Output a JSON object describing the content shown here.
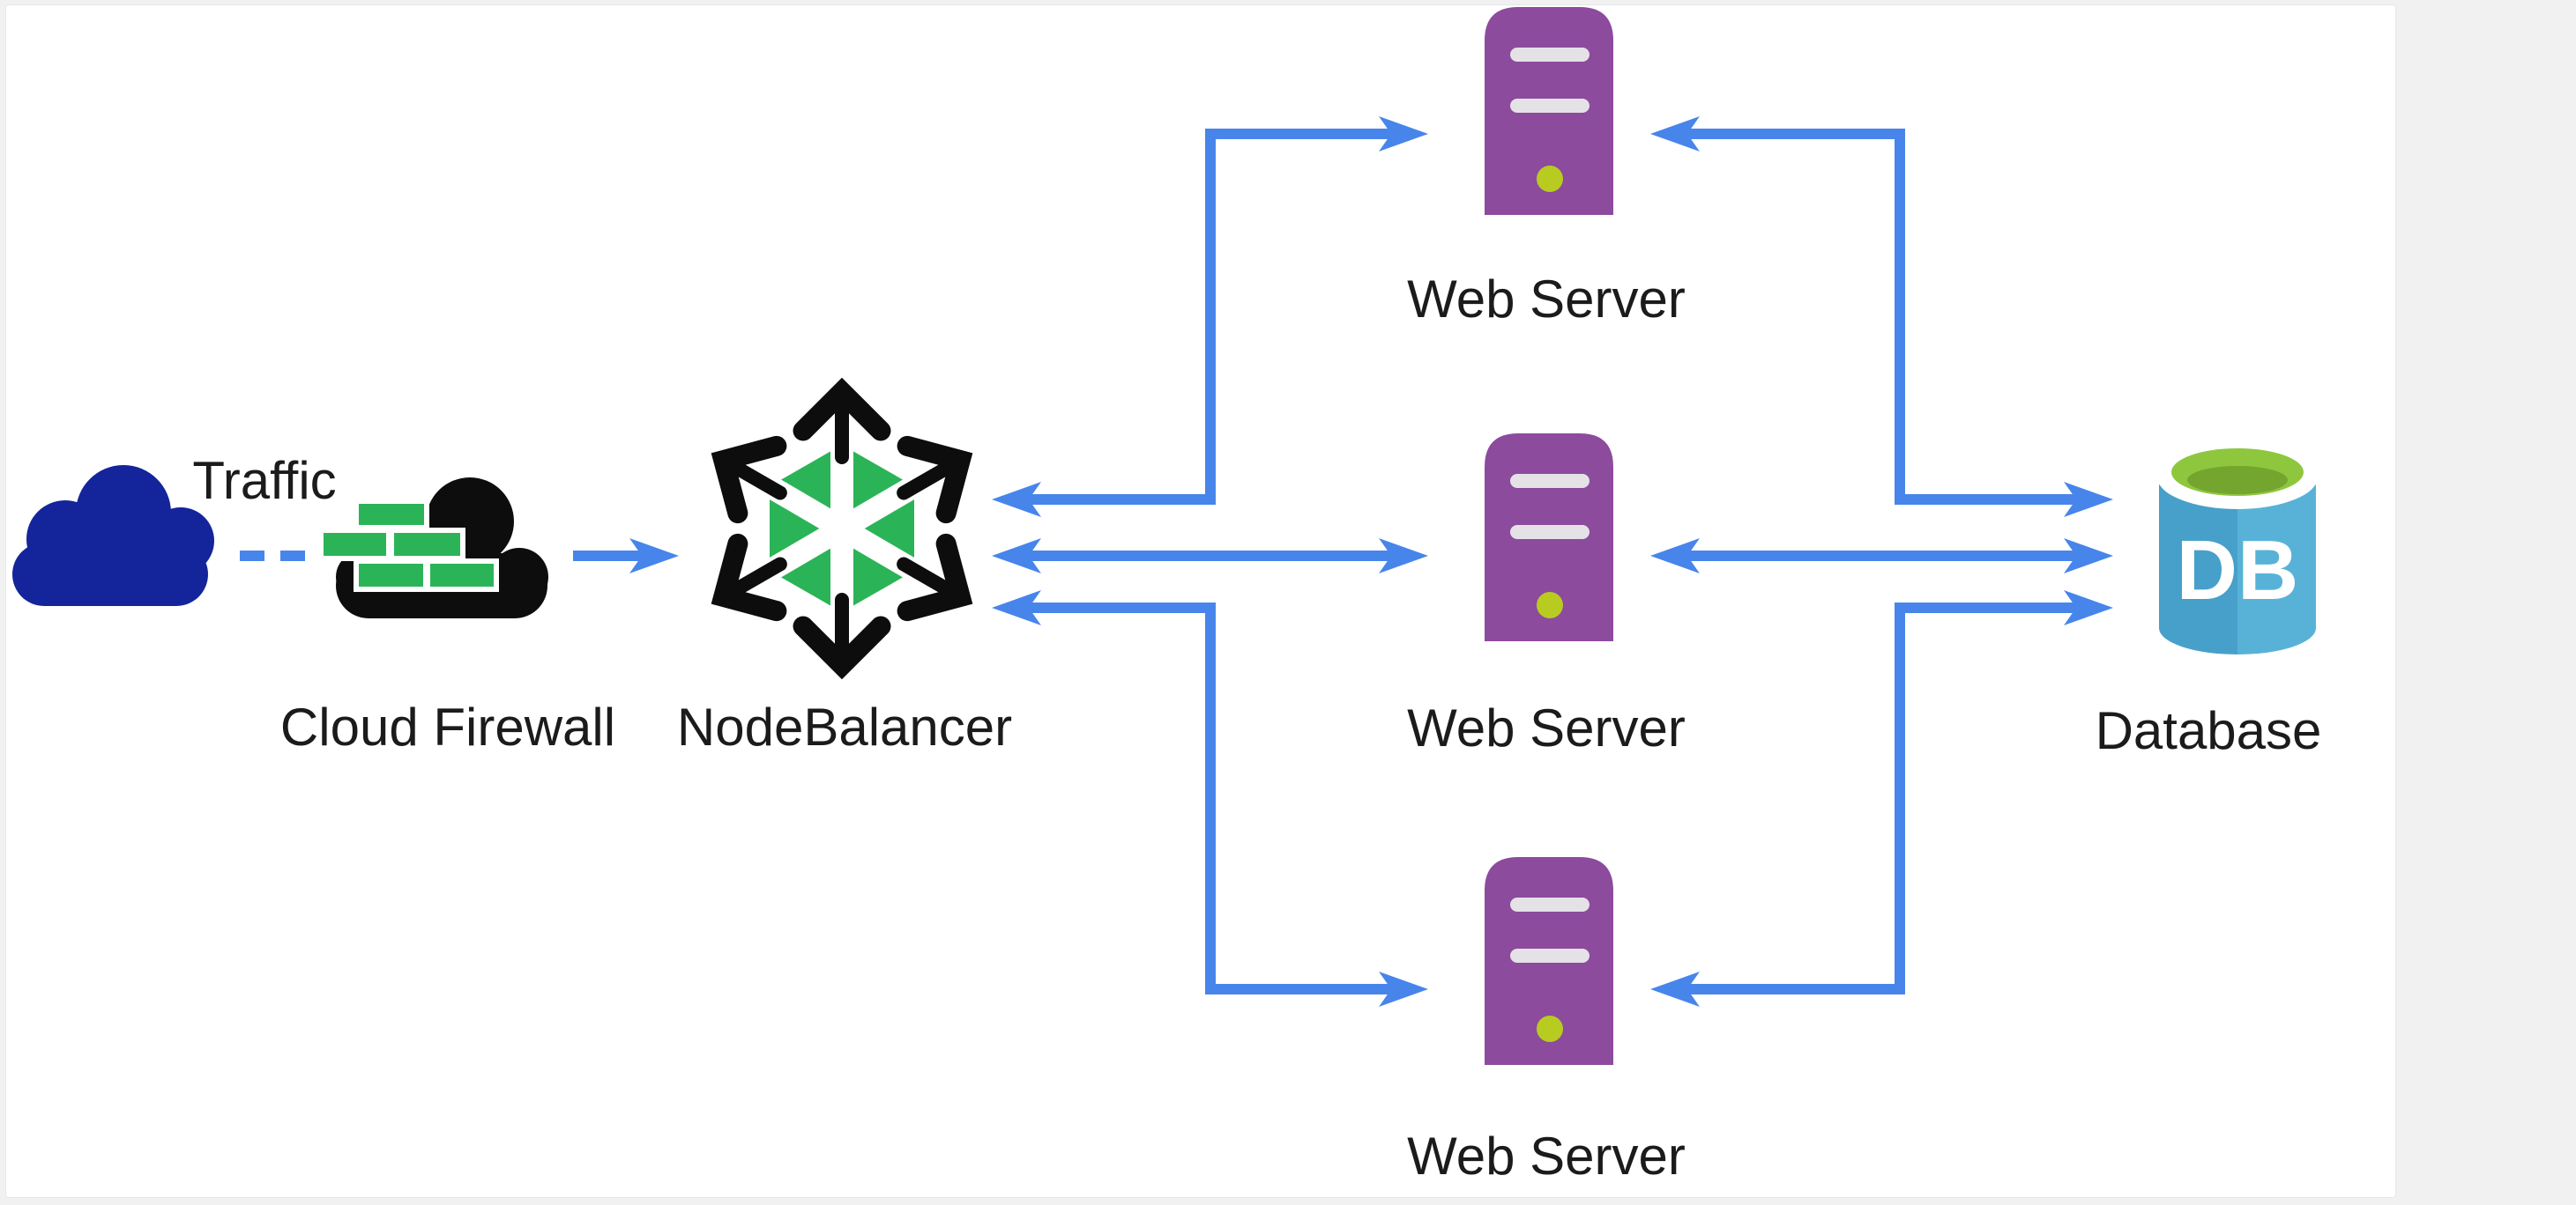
{
  "page": {
    "background_color": "#f1f1f2",
    "panel_color": "#ffffff"
  },
  "diagram": {
    "nodes": {
      "traffic": {
        "label": "Traffic",
        "icon": "cloud-icon"
      },
      "cloud_firewall": {
        "label": "Cloud Firewall",
        "icon": "firewall-brick-cloud-icon"
      },
      "nodebalancer": {
        "label": "NodeBalancer",
        "icon": "nodebalancer-hexagon-icon"
      },
      "web_servers": [
        {
          "label": "Web Server",
          "icon": "server-tower-icon"
        },
        {
          "label": "Web Server",
          "icon": "server-tower-icon"
        },
        {
          "label": "Web Server",
          "icon": "server-tower-icon"
        }
      ],
      "database": {
        "label": "Database",
        "badge": "DB",
        "icon": "database-cylinder-icon"
      }
    },
    "edges": [
      {
        "from": "traffic",
        "to": "cloud_firewall",
        "style": "dashed",
        "arrows": "none"
      },
      {
        "from": "cloud_firewall",
        "to": "nodebalancer",
        "style": "straight",
        "arrows": "forward"
      },
      {
        "from": "nodebalancer",
        "to": "web_servers.0",
        "style": "elbow",
        "arrows": "both"
      },
      {
        "from": "nodebalancer",
        "to": "web_servers.1",
        "style": "straight",
        "arrows": "both"
      },
      {
        "from": "nodebalancer",
        "to": "web_servers.2",
        "style": "elbow",
        "arrows": "both"
      },
      {
        "from": "web_servers.0",
        "to": "database",
        "style": "elbow",
        "arrows": "both"
      },
      {
        "from": "web_servers.1",
        "to": "database",
        "style": "straight",
        "arrows": "both"
      },
      {
        "from": "web_servers.2",
        "to": "database",
        "style": "elbow",
        "arrows": "both"
      }
    ],
    "colors": {
      "connector_blue": "#4785EB",
      "traffic_cloud_navy": "#14249B",
      "firewall_black": "#0D0D0D",
      "brick_green": "#2BB457",
      "nodebalancer_green": "#2BB457",
      "server_purple": "#8C4B9D",
      "server_slot_gray": "#E4E2E6",
      "server_led_green": "#B8CB21",
      "database_blue_light": "#58B2D8",
      "database_blue_dark": "#47A0C9",
      "database_top_green": "#8EC73E",
      "database_top_green_dark": "#74A52F",
      "label_text": "#1B1B1B"
    }
  }
}
